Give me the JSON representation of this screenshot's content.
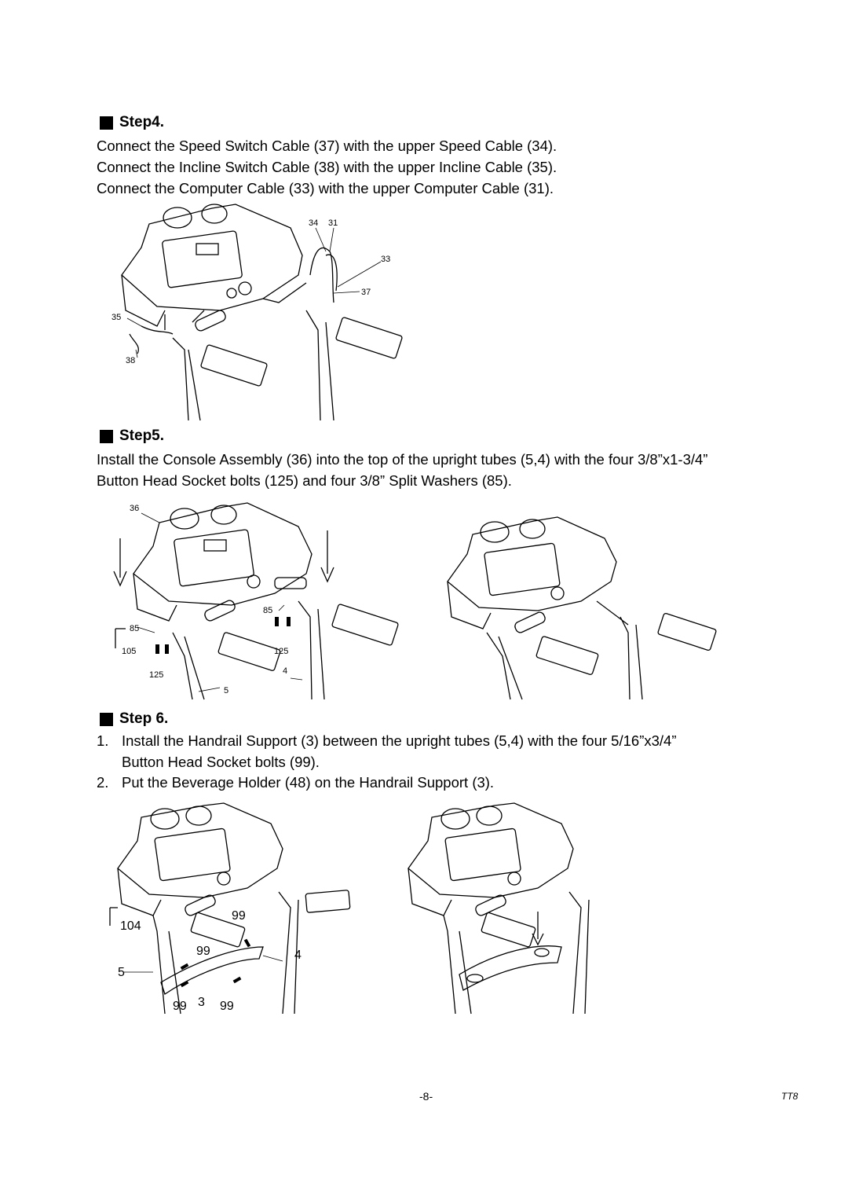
{
  "step4": {
    "title": "Step4.",
    "lines": [
      "Connect the Speed Switch Cable (37) with the upper Speed Cable (34).",
      "Connect the Incline Switch Cable (38) with the upper Incline Cable (35).",
      "Connect the Computer Cable (33) with the upper Computer Cable (31)."
    ],
    "callouts": [
      "34",
      "31",
      "33",
      "37",
      "35",
      "38"
    ]
  },
  "step5": {
    "title": "Step5.",
    "lines": [
      "Install the Console Assembly (36) into the top of the upright tubes (5,4) with the four 3/8”x1-3/4”",
      "Button Head Socket bolts (125) and four 3/8” Split Washers (85)."
    ],
    "callouts": [
      "36",
      "85",
      "85",
      "105",
      "125",
      "125",
      "4",
      "5"
    ]
  },
  "step6": {
    "title": "Step 6.",
    "items": [
      {
        "num": "1.",
        "lines": [
          "Install the Handrail Support (3) between the upright tubes (5,4) with the four 5/16”x3/4”",
          "Button Head Socket bolts (99)."
        ]
      },
      {
        "num": "2.",
        "lines": [
          "Put the Beverage Holder (48) on the Handrail Support (3)."
        ]
      }
    ],
    "callouts": [
      "99",
      "104",
      "99",
      "4",
      "5",
      "99",
      "3",
      "99"
    ]
  },
  "footer": {
    "page": "-8-",
    "model": "TT8"
  }
}
